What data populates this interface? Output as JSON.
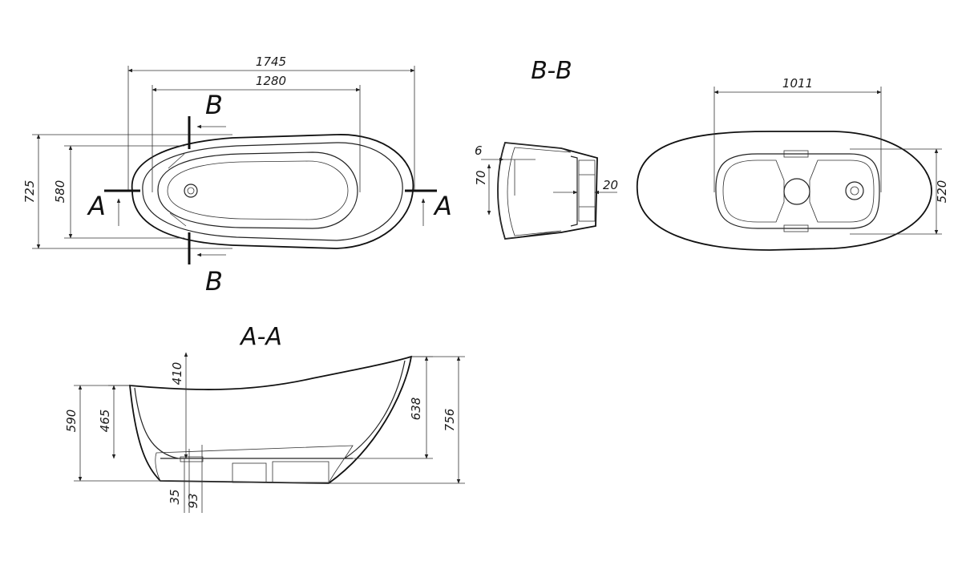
{
  "view_top": {
    "dim_overall_length": "1745",
    "dim_inner_length": "1280",
    "dim_overall_width": "725",
    "dim_inner_width": "580",
    "section_marker_a": "A",
    "section_marker_b": "B"
  },
  "section_bb": {
    "title": "B-B",
    "dim_wall": "6",
    "dim_depth": "70",
    "dim_offset": "20"
  },
  "view_bottom": {
    "dim_length": "1011",
    "dim_width": "520"
  },
  "section_aa": {
    "title": "A-A",
    "dim_410": "410",
    "dim_465": "465",
    "dim_590": "590",
    "dim_638": "638",
    "dim_756": "756",
    "dim_35": "35",
    "dim_93": "93"
  },
  "colors": {
    "line": "#111111",
    "background": "#ffffff"
  }
}
